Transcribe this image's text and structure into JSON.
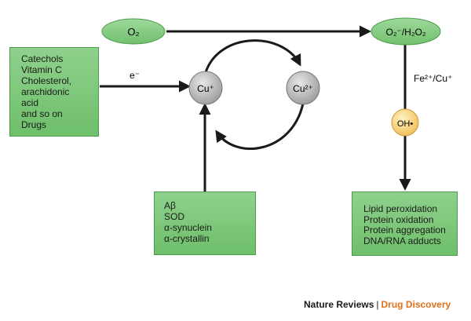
{
  "nodes": {
    "oxygen": "O₂",
    "superoxide": "O₂⁻/H₂O₂",
    "cu1": "Cu⁺",
    "cu2": "Cu²⁺",
    "hydroxyl": "OH•"
  },
  "edge_labels": {
    "electron": "e⁻",
    "catalyst": "Fe²⁺/Cu⁺"
  },
  "sources": [
    "Catechols",
    "Vitamin C",
    "Cholesterol,",
    "arachidonic",
    "acid",
    "and so on",
    "Drugs"
  ],
  "proteins": [
    "Aβ",
    "SOD",
    "α-synuclein",
    "α-crystallin"
  ],
  "damage": [
    "Lipid peroxidation",
    "Protein oxidation",
    "Protein aggregation",
    "DNA/RNA adducts"
  ],
  "footer": {
    "journal": "Nature Reviews",
    "separator": "|",
    "section": "Drug Discovery"
  },
  "colors": {
    "box_green": "#7cc879",
    "ellipse_green": "#8ed18c",
    "copper_gray": "#b5b5b5",
    "hydroxyl_yellow": "#f7d37a",
    "accent_orange": "#e0701c",
    "arrow": "#1a1a1a"
  }
}
